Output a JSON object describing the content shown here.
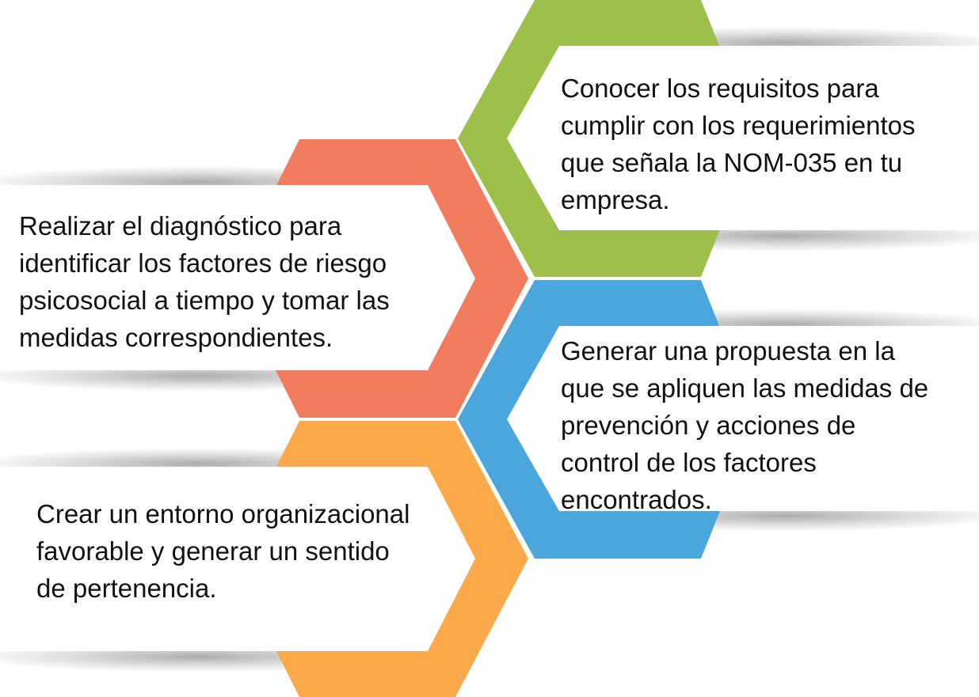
{
  "colors": {
    "green": "#9DC04B",
    "red": "#F27C5E",
    "blue": "#4AA6DB",
    "orange": "#FBA94A",
    "card": "#FFFFFF",
    "text": "#111111"
  },
  "items": [
    {
      "id": "green",
      "text": "Conocer los requisitos para\ncumplir con los requerimientos\nque señala la NOM-035 en tu\nempresa."
    },
    {
      "id": "red",
      "text": "Realizar el diagnóstico para\nidentificar los factores de riesgo\npsicosocial a tiempo y tomar las\nmedidas correspondientes."
    },
    {
      "id": "blue",
      "text": "Generar una propuesta en la\nque se apliquen las medidas de\nprevención y acciones de\ncontrol de los factores\nencontrados."
    },
    {
      "id": "orange",
      "text": "Crear un entorno organizacional\nfavorable y generar un sentido\nde pertenencia."
    }
  ]
}
